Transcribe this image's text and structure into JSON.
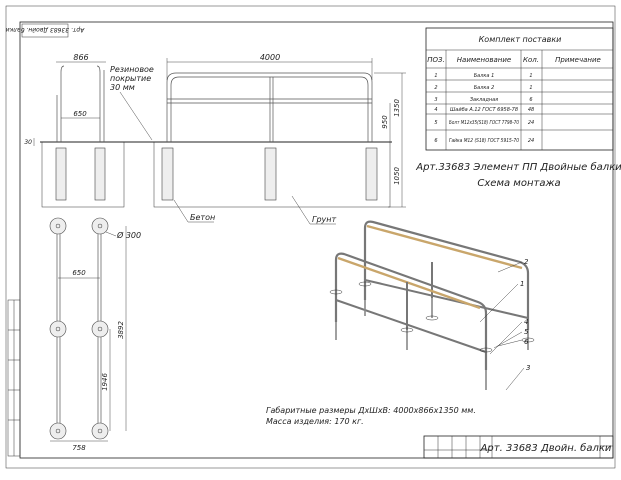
{
  "corner_code": "Арт. 33683 Двойн. балки",
  "colors": {
    "concrete": "#e6e6e6",
    "rail_light": "#f2ece2",
    "rail_wood": "#c9a66b",
    "line": "#333333"
  },
  "elevation": {
    "dim_total_width": "4000",
    "dim_width_866": "866",
    "dim_width_650": "650",
    "dim_height_950": "950",
    "dim_height_1350": "1350",
    "dim_depth_1050": "1050",
    "dim_30": "30",
    "rubber_line1": "Резиновое",
    "rubber_line2": "покрытие",
    "rubber_line3": "30 мм",
    "label_concrete": "Бетон",
    "label_ground": "Грунт"
  },
  "plan": {
    "dim_diameter": "Ø 300",
    "dim_650": "650",
    "dim_3892": "3892",
    "dim_1946": "1946",
    "dim_758": "758"
  },
  "spec": {
    "title": "Комплект поставки",
    "headers": [
      "ПОЗ.",
      "Наименование",
      "Кол.",
      "Примечание"
    ],
    "rows": [
      {
        "pos": "1",
        "name": "Балка 1",
        "qty": "1",
        "note": ""
      },
      {
        "pos": "2",
        "name": "Балка 2",
        "qty": "1",
        "note": ""
      },
      {
        "pos": "3",
        "name": "Закладная",
        "qty": "6",
        "note": ""
      },
      {
        "pos": "4",
        "name": "Шайба А.12 ГОСТ 6958-78",
        "qty": "48",
        "note": ""
      },
      {
        "pos": "5",
        "name": "Болт М12х35(S18) ГОСТ 7798-70",
        "qty": "24",
        "note": ""
      },
      {
        "pos": "6",
        "name": "Гайка М12 (S18) ГОСТ 5915-70",
        "qty": "24",
        "note": ""
      }
    ]
  },
  "title_block": {
    "article": "Арт.33683 Элемент ПП Двойные балки",
    "scheme": "Схема монтажа",
    "stamp": "Арт. 33683 Двойн. балки"
  },
  "overall": {
    "dimensions": "Габаритные размеры ДхШхВ: 4000х866х1350 мм.",
    "mass": "Масса изделия: 170 кг."
  },
  "callouts": [
    "1",
    "2",
    "3",
    "4",
    "5",
    "6"
  ]
}
